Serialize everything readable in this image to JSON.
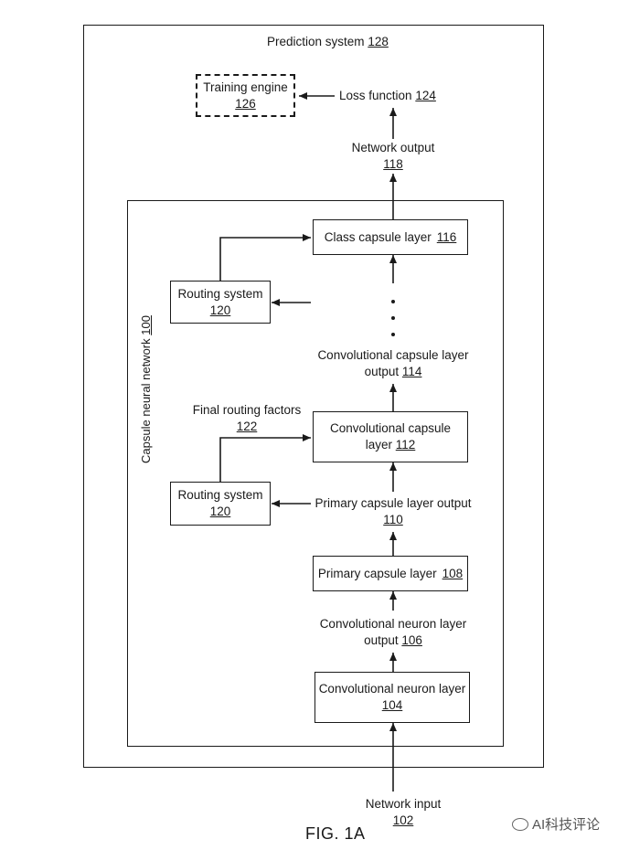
{
  "prediction_system": {
    "label": "Prediction system",
    "ref": "128"
  },
  "training_engine": {
    "label": "Training engine",
    "ref": "126"
  },
  "loss_function": {
    "label": "Loss function",
    "ref": "124"
  },
  "network_output": {
    "label": "Network output",
    "ref": "118"
  },
  "capsule_network": {
    "label": "Capsule neural network",
    "ref": "100"
  },
  "class_capsule": {
    "label": "Class capsule layer",
    "ref": "116"
  },
  "routing_top": {
    "label": "Routing system",
    "ref": "120"
  },
  "routing_bottom": {
    "label": "Routing system",
    "ref": "120"
  },
  "conv_capsule_output": {
    "line1": "Convolutional capsule layer",
    "line2": "output",
    "ref": "114"
  },
  "final_routing": {
    "label": "Final routing factors",
    "ref": "122"
  },
  "conv_capsule": {
    "line1": "Convolutional capsule",
    "line2": "layer",
    "ref": "112"
  },
  "primary_capsule_output": {
    "label": "Primary capsule layer output",
    "ref": "110"
  },
  "primary_capsule": {
    "label": "Primary capsule layer",
    "ref": "108"
  },
  "conv_neuron_output": {
    "line1": "Convolutional neuron layer",
    "line2": "output",
    "ref": "106"
  },
  "conv_neuron": {
    "label": "Convolutional neuron layer",
    "ref": "104"
  },
  "network_input": {
    "label": "Network input",
    "ref": "102"
  },
  "figure_label": "FIG. 1A",
  "watermark": {
    "text": "AI科技评论",
    "icon": "wechat-icon"
  }
}
